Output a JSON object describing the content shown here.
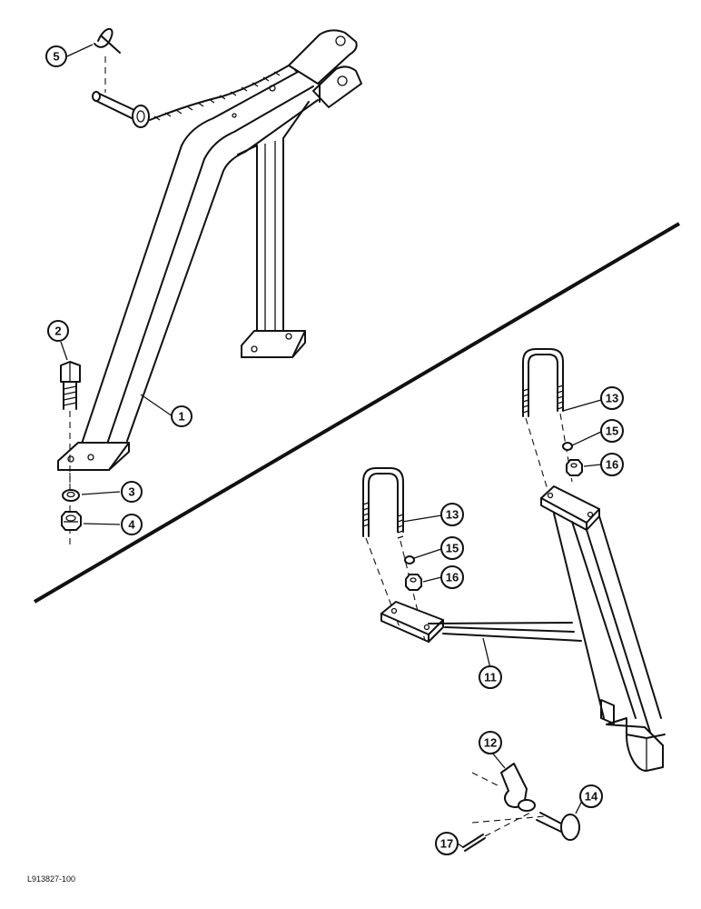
{
  "figure_id": "L913827-100",
  "callouts": {
    "c1": "1",
    "c2": "2",
    "c3": "3",
    "c4": "4",
    "c5": "5",
    "c11": "11",
    "c12": "12",
    "c13a": "13",
    "c13b": "13",
    "c14": "14",
    "c15a": "15",
    "c15b": "15",
    "c16a": "16",
    "c16b": "16",
    "c17": "17"
  }
}
